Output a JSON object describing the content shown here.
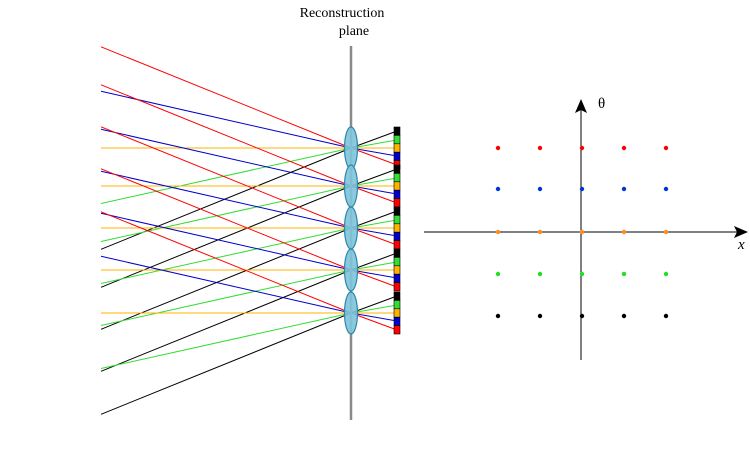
{
  "caption": {
    "line1": "Reconstruction",
    "line2": "plane"
  },
  "axes": {
    "theta_label": "θ",
    "x_label": "x"
  },
  "colors": {
    "red": "#ff0000",
    "blue": "#0000cc",
    "orange": "#ffb300",
    "green": "#33dd33",
    "black": "#000000",
    "lens_fill": "#7ec3dc",
    "lens_stroke": "#2d87a6",
    "plane": "#8a8a8a",
    "grid_dot_orange": "#ff8c1a",
    "grid_dot_green": "#22dd22",
    "grid_dot_blue": "#0033dd"
  },
  "diagram": {
    "lens_count": 5,
    "ray_colors_per_lens": [
      "red",
      "blue",
      "orange",
      "green",
      "black"
    ],
    "sensor_colors": [
      "black",
      "green",
      "orange",
      "blue",
      "red"
    ]
  },
  "phase_space": {
    "rows": [
      "red",
      "blue",
      "orange",
      "green",
      "black"
    ],
    "columns": 5
  }
}
